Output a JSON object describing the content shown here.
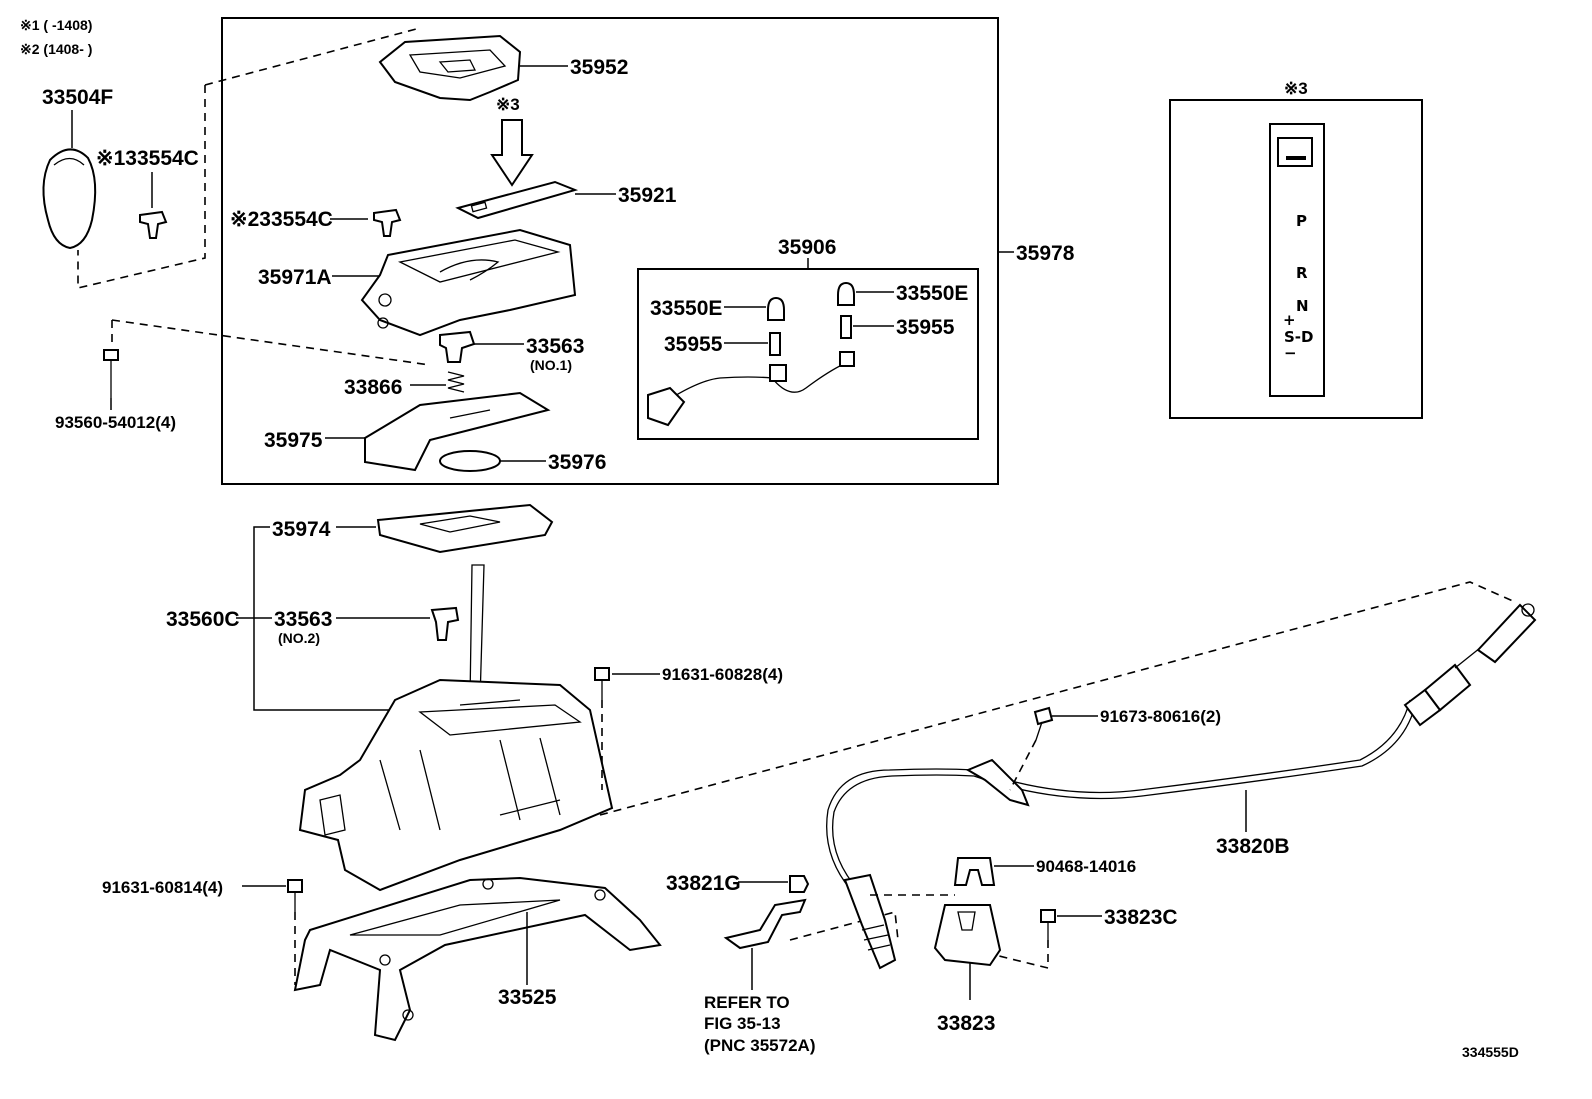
{
  "notes": {
    "note1": "※1 (        -1408)",
    "note2": "※2 (1408-        )"
  },
  "labels": {
    "p35952": "35952",
    "ref3": "※3",
    "p35921": "35921",
    "p33504F": "33504F",
    "p33554C_1": "※133554C",
    "p33554C_2": "※233554C",
    "p35971A": "35971A",
    "p33563_no1": "33563",
    "p33563_no1_sub": "(NO.1)",
    "p33866": "33866",
    "p35975": "35975",
    "p35976": "35976",
    "p93560": "93560-54012(4)",
    "p35906": "35906",
    "p33550E_l": "33550E",
    "p33550E_r": "33550E",
    "p35955_l": "35955",
    "p35955_r": "35955",
    "p35978": "35978",
    "p35974": "35974",
    "p33560C": "33560C",
    "p33563_no2": "33563",
    "p33563_no2_sub": "(NO.2)",
    "p91631_60828": "91631-60828(4)",
    "p91673": "91673-80616(2)",
    "p33820B": "33820B",
    "p91631_60814": "91631-60814(4)",
    "p33525": "33525",
    "p33821G": "33821G",
    "p90468": "90468-14016",
    "p33823C": "33823C",
    "p33823": "33823",
    "refer1": "REFER TO",
    "refer2": "FIG 35-13",
    "refer3": "(PNC 35572A)",
    "diagram_id": "334555D"
  },
  "indicator": {
    "title": "※3",
    "p": "P",
    "r": "R",
    "n": "N",
    "plus": "+",
    "sd": "S-D",
    "minus": "−"
  }
}
